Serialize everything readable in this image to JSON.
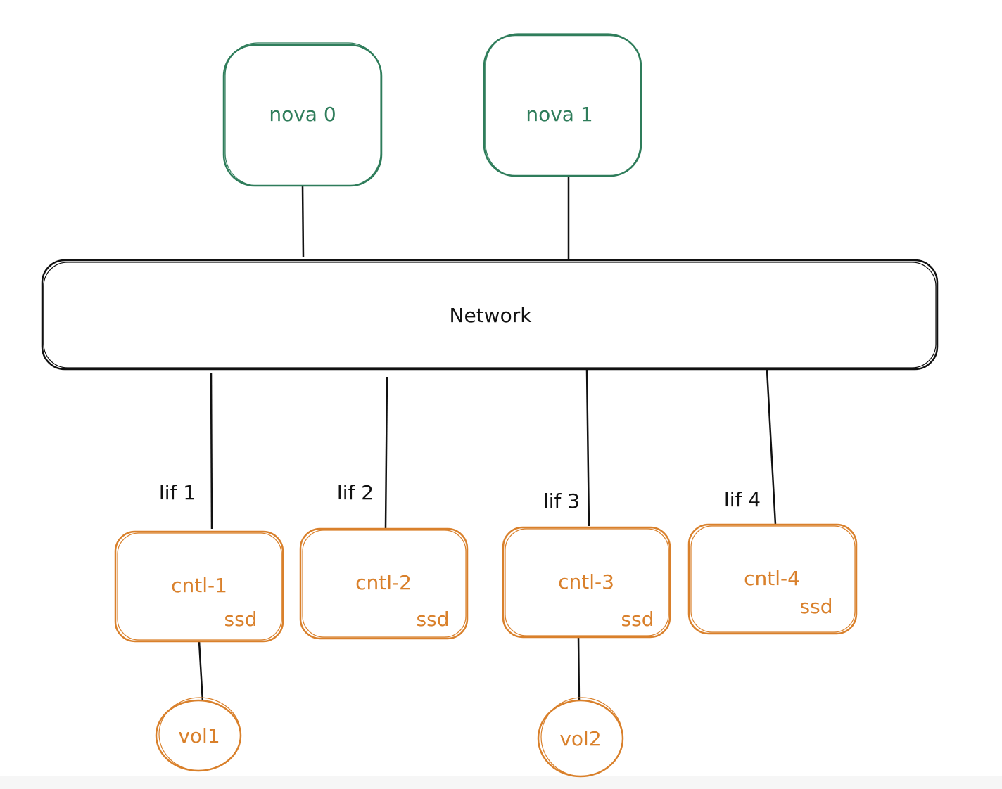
{
  "compute_nodes": [
    {
      "label": "nova 0"
    },
    {
      "label": "nova 1"
    }
  ],
  "network": {
    "label": "Network"
  },
  "controllers": [
    {
      "label": "cntl-1",
      "disk": "ssd",
      "lif": "lif 1"
    },
    {
      "label": "cntl-2",
      "disk": "ssd",
      "lif": "lif 2"
    },
    {
      "label": "cntl-3",
      "disk": "ssd",
      "lif": "lif 3"
    },
    {
      "label": "cntl-4",
      "disk": "ssd",
      "lif": "lif 4"
    }
  ],
  "volumes": [
    {
      "label": "vol1"
    },
    {
      "label": "vol2"
    }
  ],
  "colors": {
    "compute": "#2f7d5b",
    "storage": "#d9802b",
    "network": "#111111",
    "background": "#ffffff"
  }
}
